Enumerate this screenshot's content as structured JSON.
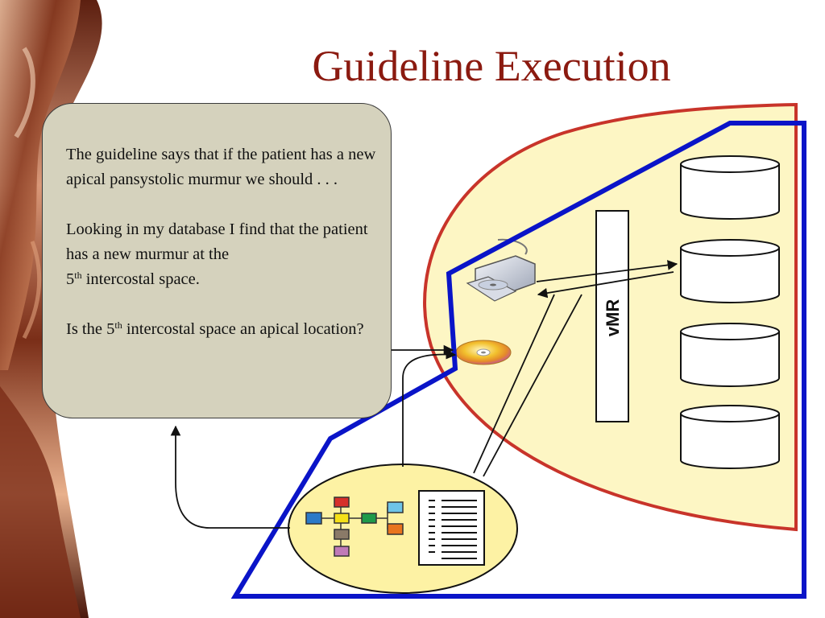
{
  "slide": {
    "title": "Guideline Execution",
    "callout": {
      "paragraph1": "The guideline says that if the patient has a new apical pansystolic murmur we should . . .",
      "paragraph2_start": "Looking in my database I find that the patient has a new murmur at the",
      "paragraph2_num": "5",
      "paragraph2_sup": "th",
      "paragraph2_end": " intercostal space.",
      "paragraph3_start": "Is the 5",
      "paragraph3_sup": "th",
      "paragraph3_end": " intercostal space an apical location?"
    },
    "diagram": {
      "vmr_label": "vMR"
    }
  },
  "colors": {
    "title": "#8b1a10",
    "callout_fill": "#d5d2bd",
    "region_fill": "#fdf6c4",
    "region_border": "#c8342a",
    "boundary": "#0a14c8",
    "ellipse_fill": "#fdf2a4"
  }
}
